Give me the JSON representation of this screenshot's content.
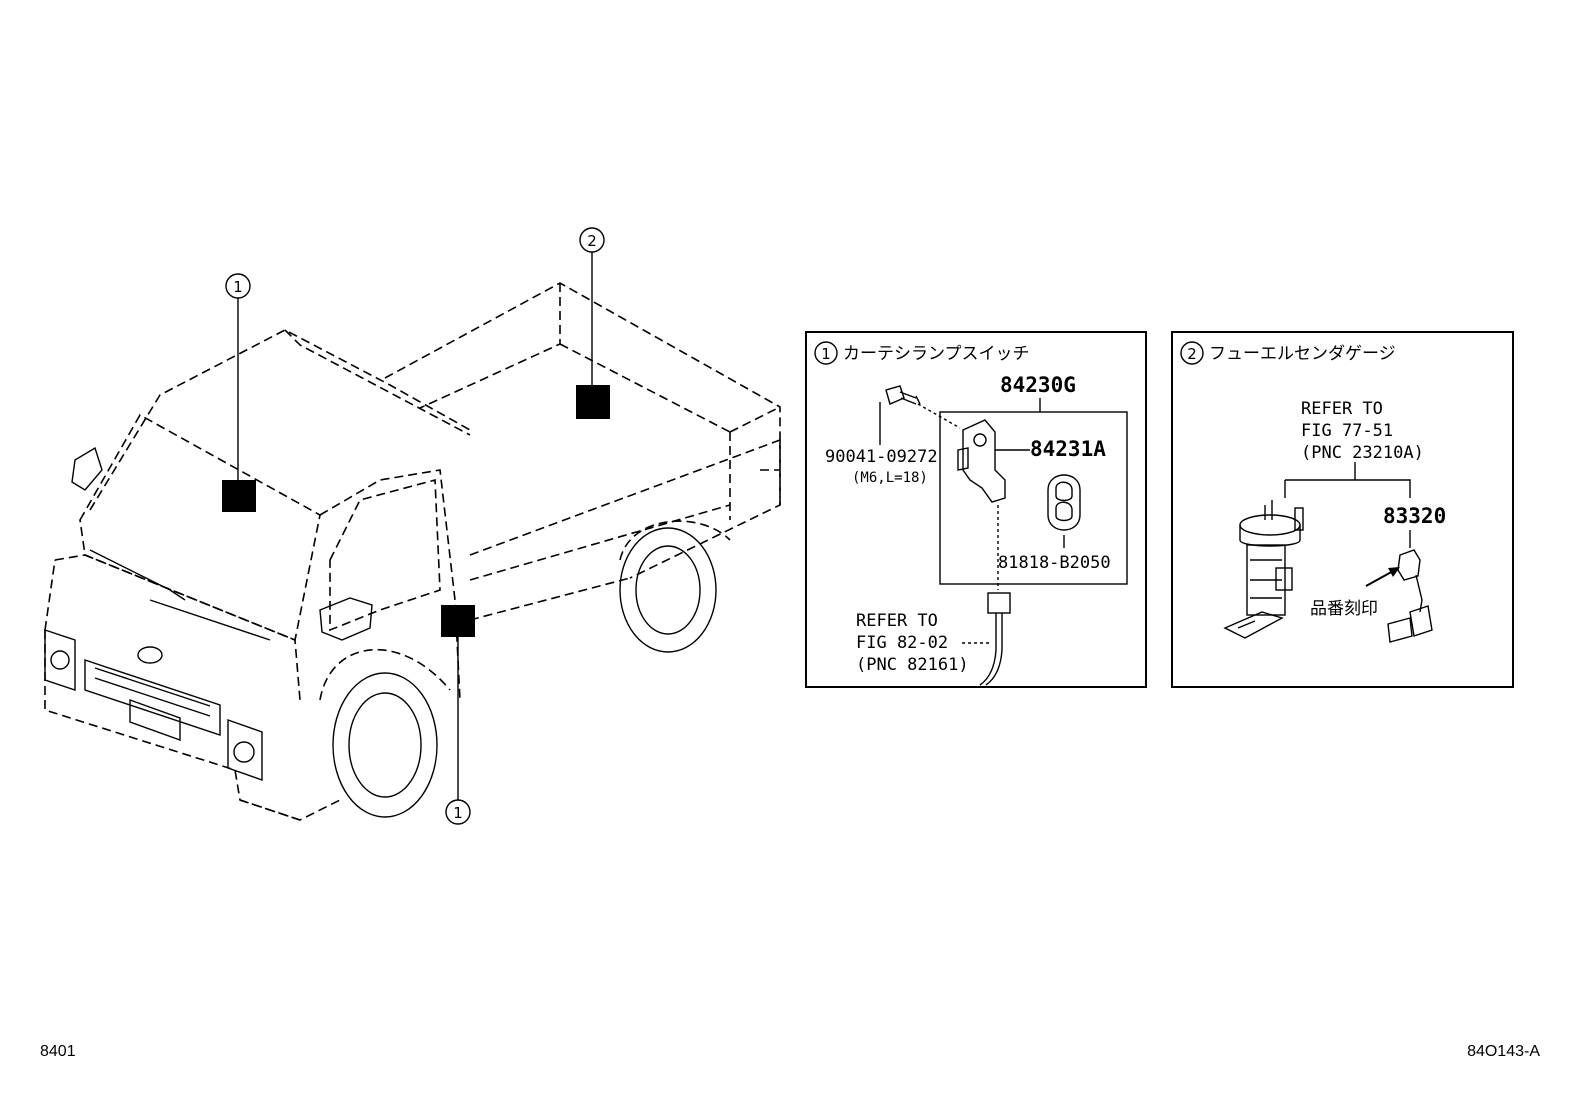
{
  "callouts": {
    "cab_top": "1",
    "bed_top": "2",
    "door_bottom": "1"
  },
  "panel1": {
    "number": "1",
    "title": "カーテシランプスイッチ",
    "assy_part": "84230G",
    "switch_part": "84231A",
    "bolt_part": "90041-09272",
    "bolt_spec": "(M6,L=18)",
    "cover_part": "81818-B2050",
    "refer_lines": [
      "REFER TO",
      "FIG 82-02",
      "(PNC 82161)"
    ]
  },
  "panel2": {
    "number": "2",
    "title": "フューエルセンダゲージ",
    "refer_lines": [
      "REFER TO",
      "FIG 77-51",
      "(PNC 23210A)"
    ],
    "gauge_part": "83320",
    "stamp_note": "品番刻印"
  },
  "footer": {
    "left_code": "8401",
    "right_code": "84O143-A"
  }
}
